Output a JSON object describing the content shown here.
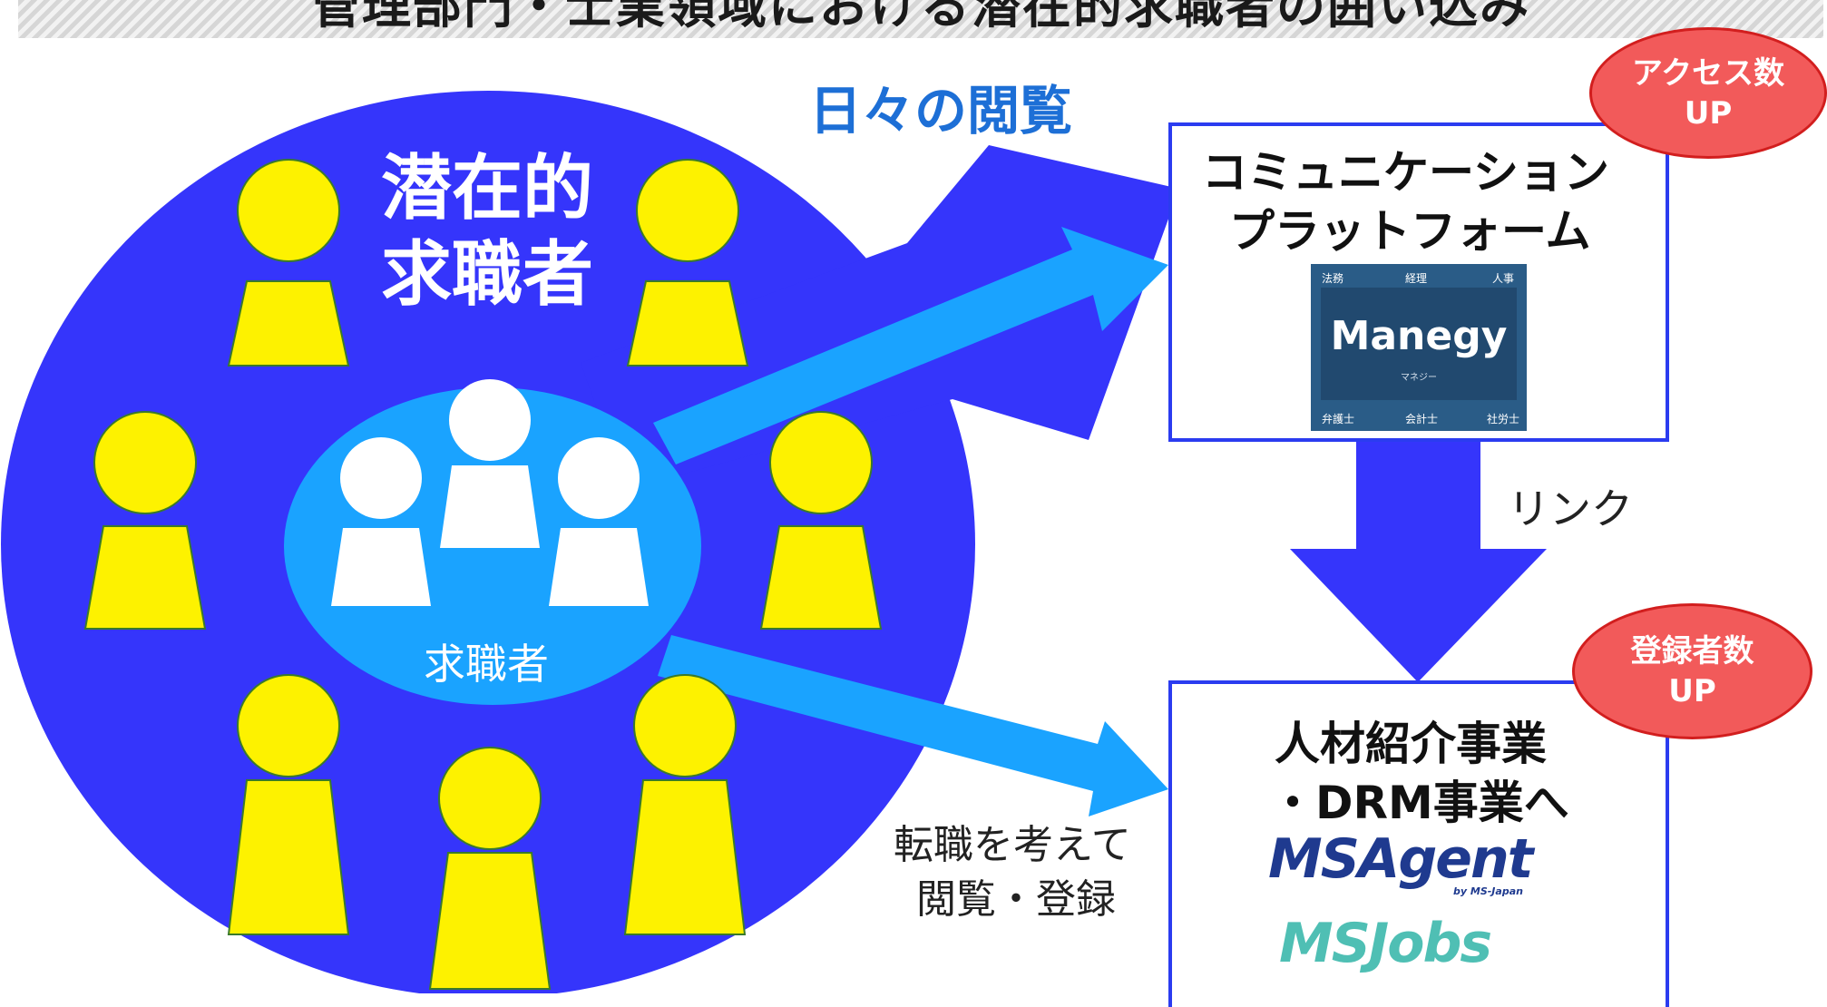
{
  "title": "管理部門・士業領域における潜在的求職者の囲い込み",
  "circle": {
    "heading_line1": "潜在的",
    "heading_line2": "求職者",
    "inner_label": "求職者",
    "colors": {
      "outer": "#3535fb",
      "inner": "#1aa3ff",
      "person": "#fdf200",
      "person_outline": "#3a7a2a",
      "core_person": "#ffffff"
    }
  },
  "arrows": {
    "daily_label": "日々の閲覧",
    "link_label": "リンク",
    "job_change_line1": "転職を考えて",
    "job_change_line2": "閲覧・登録",
    "colors": {
      "big": "#3535fb",
      "thin": "#1aa3ff"
    }
  },
  "platform_box": {
    "line1": "コミュニケーション",
    "line2": "プラットフォーム",
    "manegy": {
      "name": "Manegy",
      "kana": "マネジー",
      "top_tags": [
        "法務",
        "経理",
        "人事"
      ],
      "bottom_tags": [
        "弁護士",
        "会計士",
        "社労士"
      ]
    }
  },
  "business_box": {
    "line1": "人材紹介事業",
    "line2": "・DRM事業へ",
    "ms_agent": "MSAgent",
    "ms_agent_by": "by MS-Japan",
    "ms_jobs": "MSJobs"
  },
  "badges": {
    "access_line1": "アクセス数",
    "access_line2": "UP",
    "register_line1": "登録者数",
    "register_line2": "UP"
  }
}
